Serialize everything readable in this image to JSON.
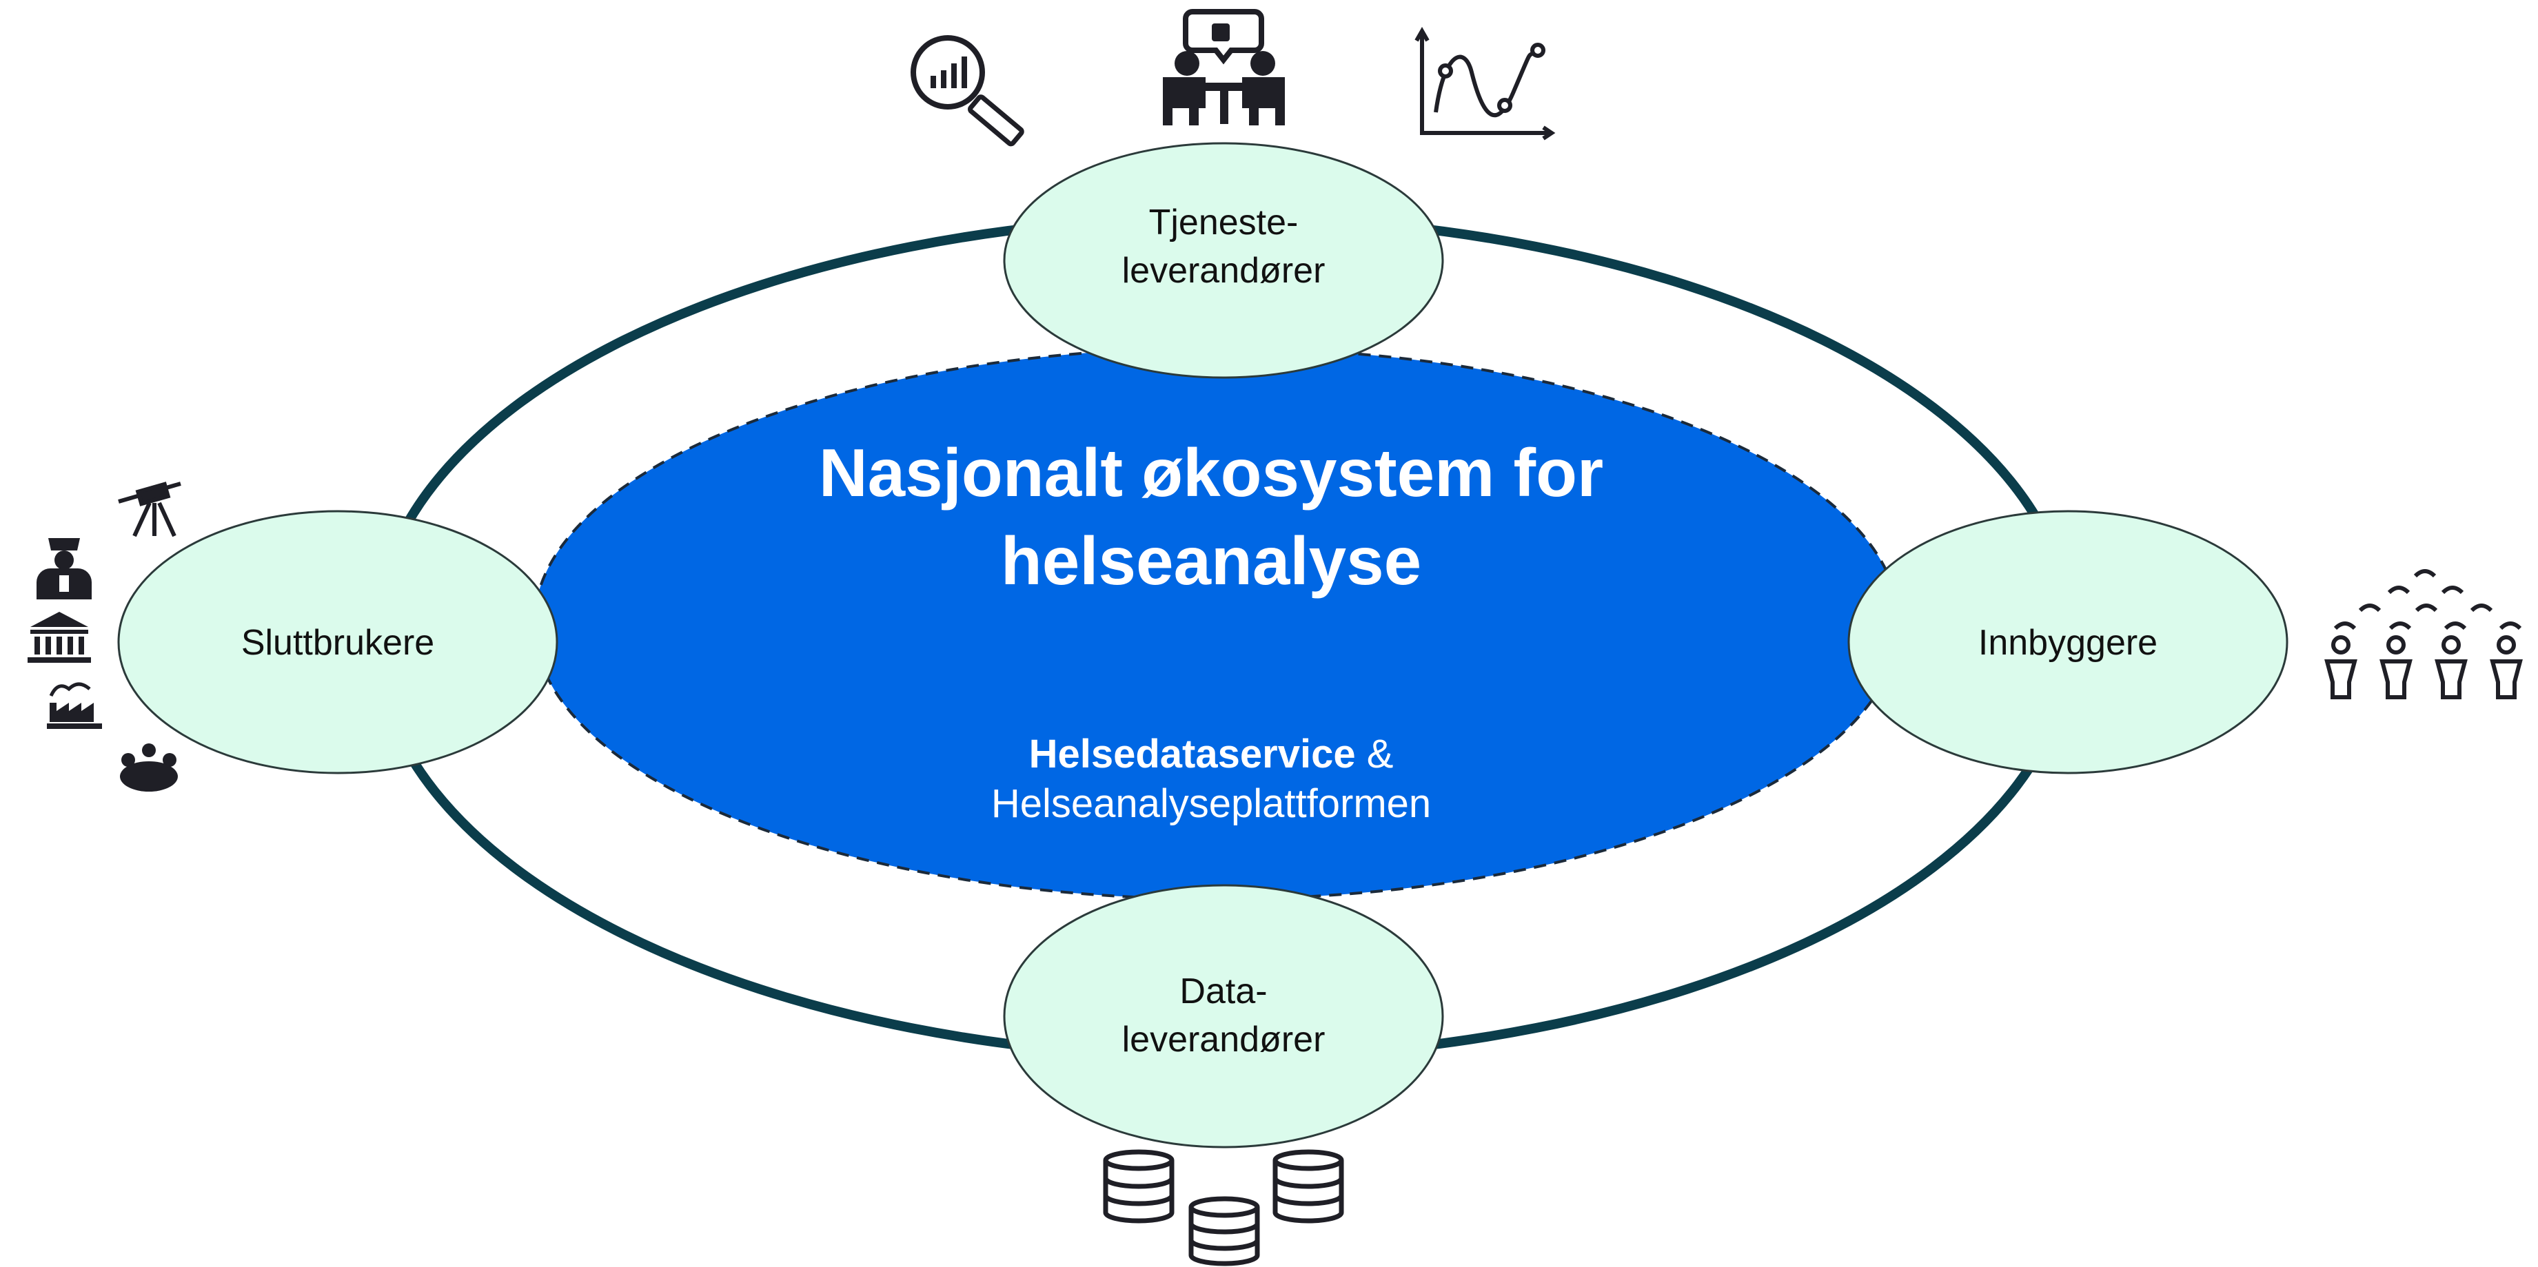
{
  "diagram": {
    "title_line1": "Nasjonalt økosystem for",
    "title_line2": "helseanalyse",
    "subtitle_bold": "Helsedataservice",
    "subtitle_amp": " &",
    "subtitle_line2": "Helseanalyseplattformen",
    "nodes": {
      "top": {
        "line1": "Tjeneste-",
        "line2": "leverandører"
      },
      "left": {
        "label": "Sluttbrukere"
      },
      "right": {
        "label": "Innbyggere"
      },
      "bottom": {
        "line1": "Data-",
        "line2": "leverandører"
      }
    },
    "icons": {
      "top": [
        "magnifier-chart-icon",
        "meeting-table-icon",
        "line-graph-icon"
      ],
      "left": [
        "telescope-icon",
        "doctor-icon",
        "government-building-icon",
        "factory-icon",
        "group-meeting-icon"
      ],
      "right": [
        "crowd-people-icon"
      ],
      "bottom": [
        "database-stack-icon"
      ]
    }
  },
  "colors": {
    "outer_ring": "#0b3d4b",
    "center_fill": "#0067e4",
    "node_fill": "#dbfbec",
    "icon_dark": "#1f1f26"
  }
}
